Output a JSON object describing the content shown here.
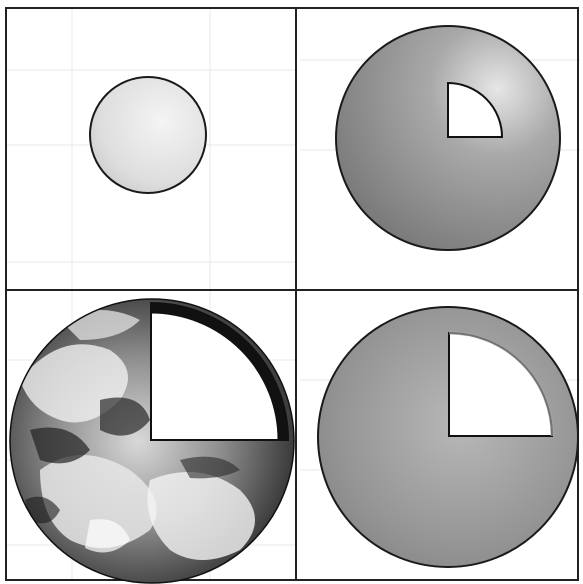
{
  "colors": {
    "background": "#ffffff",
    "grid_line": "#222222",
    "faint_table": "#e6e6e6",
    "sphere_gray_light": "#d8d8d8",
    "sphere_gray_mid": "#9a9a9a",
    "sphere_gray_dark": "#6f6f6f",
    "cutout_fill": "#ffffff",
    "earth_light": "#f2f2f2",
    "earth_dark": "#1a1a1a"
  },
  "panels": [
    {
      "id": "top-left",
      "depicts": "small-light-sphere"
    },
    {
      "id": "top-right",
      "depicts": "large-gray-sphere-with-small-quarter-cutout"
    },
    {
      "id": "bottom-left",
      "depicts": "earth-photo-with-quarter-cutout-and-dark-rim"
    },
    {
      "id": "bottom-right",
      "depicts": "large-gray-sphere-with-large-quarter-cutout"
    }
  ]
}
